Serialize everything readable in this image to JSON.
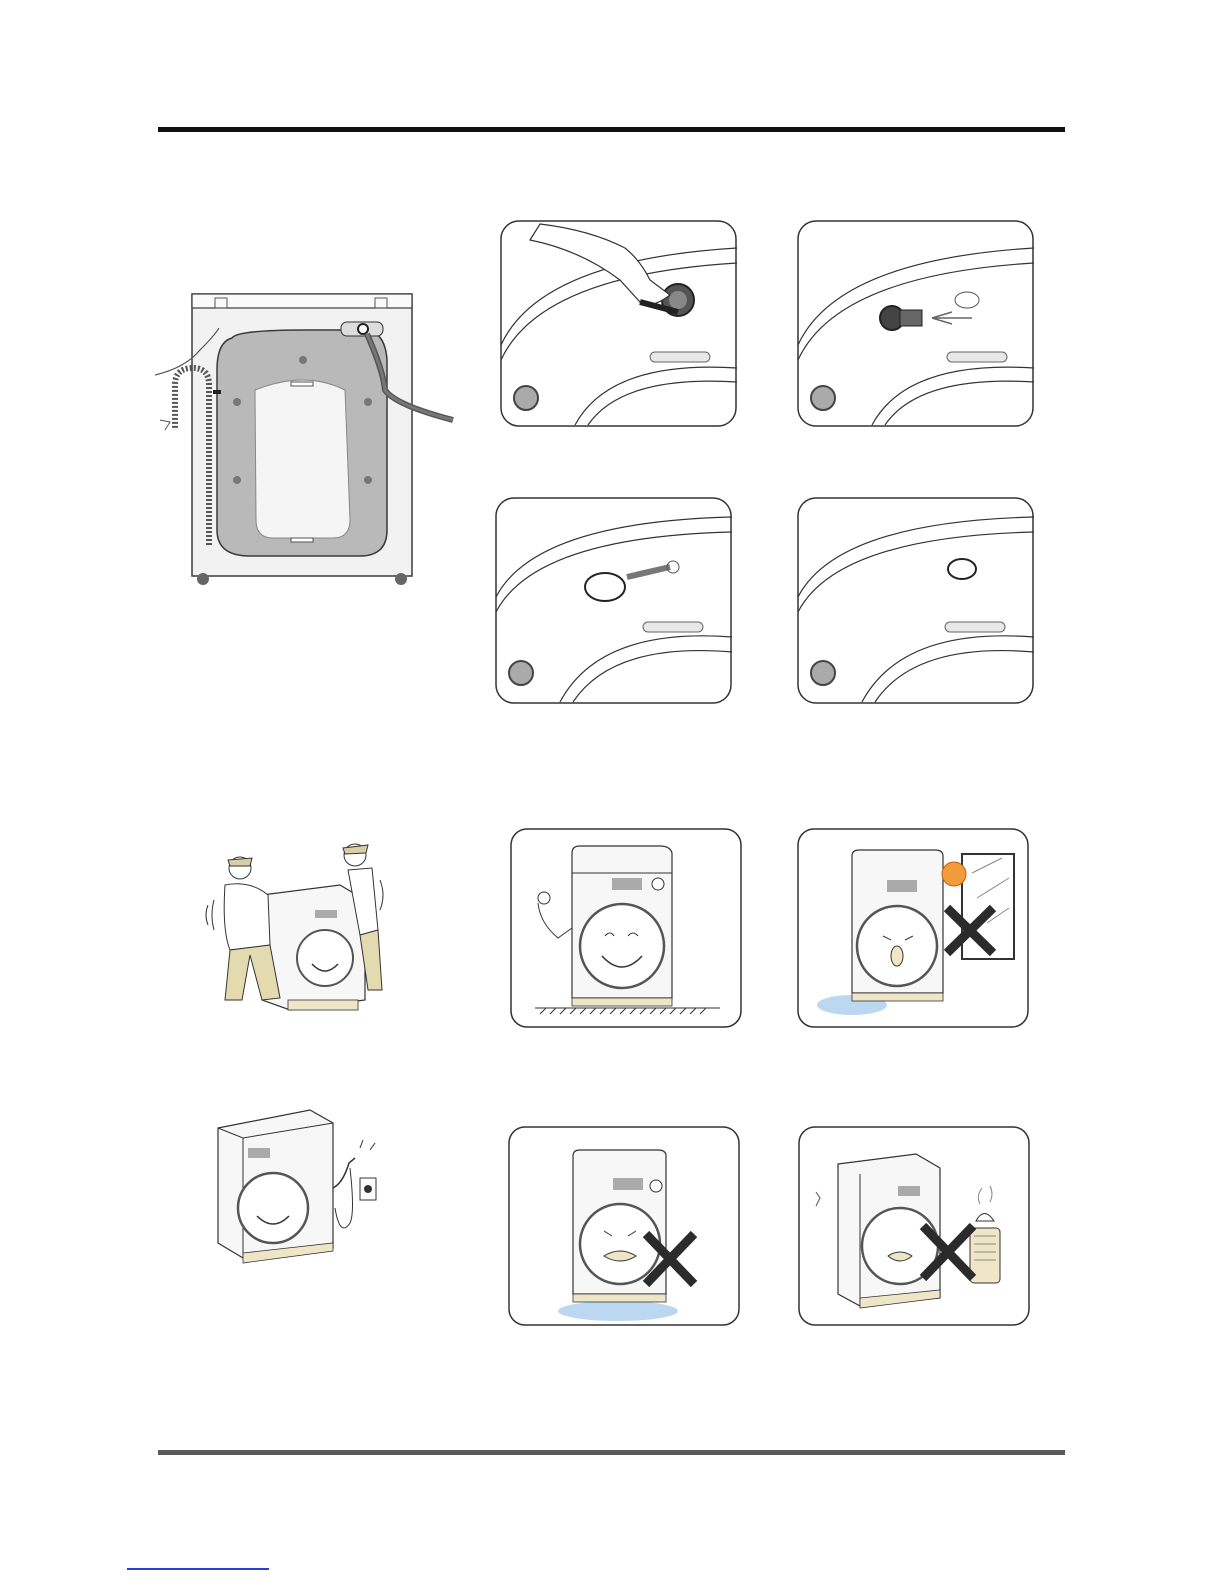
{
  "page": {
    "figures": [
      {
        "name": "washer-rear-view",
        "icon": "washer-rear-with-hoses-icon"
      },
      {
        "name": "drain-cap-step-1",
        "icon": "hand-wrench-remove-bolt-icon"
      },
      {
        "name": "drain-cap-step-2",
        "icon": "bolt-removed-icon"
      },
      {
        "name": "drain-cap-step-3",
        "icon": "insert-cap-icon"
      },
      {
        "name": "drain-cap-step-4",
        "icon": "cap-installed-icon"
      },
      {
        "name": "two-people-carrying-washer",
        "icon": "carry-washer-icon"
      },
      {
        "name": "washer-on-level-floor-ok",
        "icon": "ok-washer-icon"
      },
      {
        "name": "washer-near-sunlight-prohibited",
        "icon": "sun-window-x-icon"
      },
      {
        "name": "washer-plugged-in",
        "icon": "plug-outlet-icon"
      },
      {
        "name": "washer-in-water-prohibited",
        "icon": "water-x-icon"
      },
      {
        "name": "washer-near-heater-prohibited",
        "icon": "heater-x-icon"
      }
    ]
  },
  "colors": {
    "line": "#3a3a3a",
    "panel_gray": "#c8c8c8",
    "base_beige": "#efe6c8",
    "water_blue": "#bcd8f0",
    "prohibit_x": "#2b2b2b",
    "sun_orange": "#f39a3a"
  }
}
